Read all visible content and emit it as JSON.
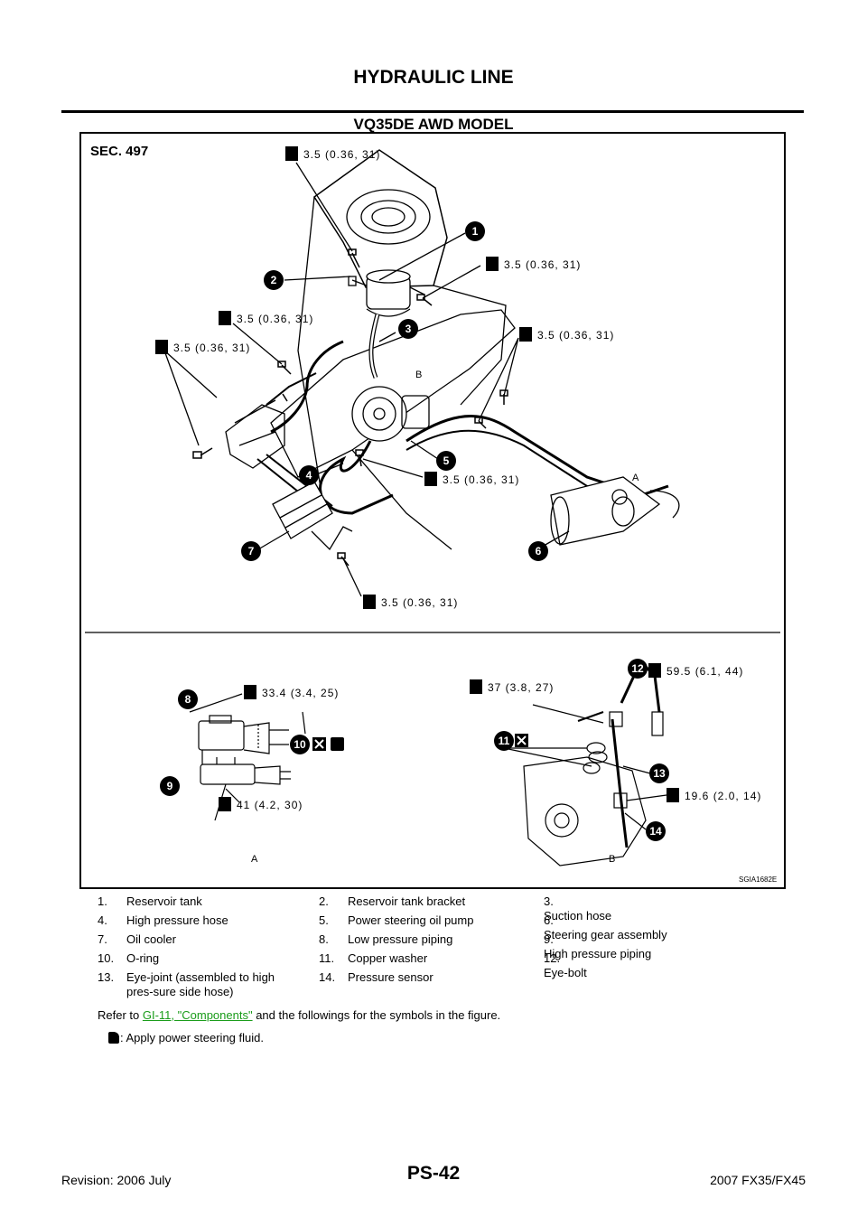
{
  "header": {
    "title": "HYDRAULIC LINE",
    "section": "VQ35DE AWD MODEL"
  },
  "figure": {
    "sec_label": "SEC. 497",
    "torque_labels": [
      "3.5 (0.36, 31)",
      "3.5 (0.36, 31)",
      "3.5 (0.36, 31)",
      "3.5 (0.36, 31)",
      "3.5 (0.36, 31)",
      "3.5 (0.36, 31)",
      "3.5 (0.36, 31)",
      "33.4 (3.4, 25)",
      "41 (4.2, 30)",
      "37 (3.8, 27)",
      "59.5 (6.1, 44)",
      "19.6 (2.0, 14)"
    ],
    "callouts": [
      "1",
      "2",
      "3",
      "4",
      "5",
      "6",
      "7",
      "8",
      "9",
      "10",
      "11",
      "12",
      "13",
      "14"
    ],
    "view_labels": [
      "A",
      "B"
    ],
    "detail_marks": [
      "A",
      "B"
    ],
    "code": "SGIA1682E"
  },
  "legend": [
    [
      {
        "num": "1.",
        "text": "Reservoir tank"
      },
      {
        "num": "2.",
        "text": "Reservoir tank bracket"
      },
      {
        "num": "3.",
        "text": "Suction hose"
      }
    ],
    [
      {
        "num": "4.",
        "text": "High pressure hose"
      },
      {
        "num": "5.",
        "text": "Power steering oil pump"
      },
      {
        "num": "6.",
        "text": "Steering gear assembly"
      }
    ],
    [
      {
        "num": "7.",
        "text": "Oil cooler"
      },
      {
        "num": "8.",
        "text": "Low pressure piping"
      },
      {
        "num": "9.",
        "text": "High pressure piping"
      }
    ],
    [
      {
        "num": "10.",
        "text": "O-ring"
      },
      {
        "num": "11.",
        "text": "Copper washer"
      },
      {
        "num": "12.",
        "text": "Eye-bolt"
      }
    ],
    [
      {
        "num": "13.",
        "text": "Eye-joint (assembled to high pres-sure side hose)"
      },
      {
        "num": "14.",
        "text": "Pressure sensor"
      },
      {
        "num": "",
        "text": ""
      }
    ]
  ],
  "refer": {
    "prefix": "Refer to ",
    "link": "GI-11, \"Components\"",
    "suffix": " and the followings for the symbols in the figure."
  },
  "apply_note": ": Apply power steering fluid.",
  "footer": {
    "left": "Revision: 2006 July",
    "center": "PS-42",
    "right": "2007 FX35/FX45"
  },
  "colors": {
    "link": "#1a9c1a",
    "ink": "#000000"
  }
}
